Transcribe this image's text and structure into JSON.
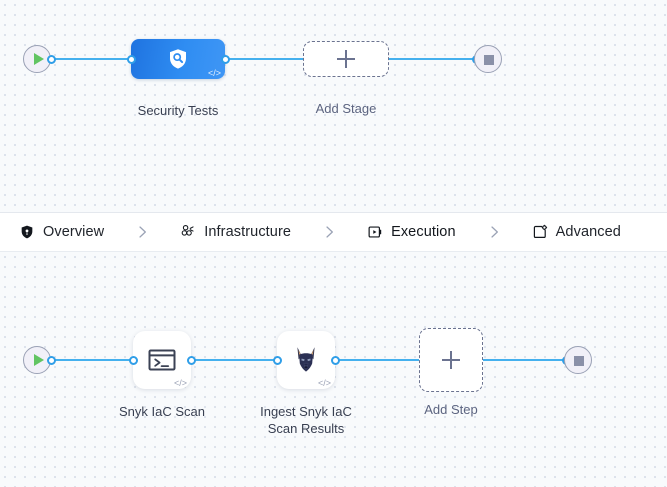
{
  "top_pipeline": {
    "start_node": {
      "name": "pipeline-start",
      "icon": "play-icon"
    },
    "end_node": {
      "name": "pipeline-end",
      "icon": "stop-icon"
    },
    "stage": {
      "label": "Security Tests",
      "icon": "shield-search-icon",
      "badge": "</>",
      "color": "#2f8df2"
    },
    "add_stage": {
      "label": "Add Stage",
      "icon": "plus-icon"
    }
  },
  "tabs": {
    "separator_icon": "chevron-right-icon",
    "items": [
      {
        "label": "Overview",
        "icon": "shield-icon",
        "active": false
      },
      {
        "label": "Infrastructure",
        "icon": "cluster-nodes-icon",
        "active": false
      },
      {
        "label": "Execution",
        "icon": "play-box-icon",
        "active": true
      },
      {
        "label": "Advanced",
        "icon": "settings-box-icon",
        "active": false
      }
    ],
    "active_underline_color": "#1263c4"
  },
  "bottom_pipeline": {
    "start_node": {
      "name": "execution-start",
      "icon": "play-icon"
    },
    "end_node": {
      "name": "execution-end",
      "icon": "stop-icon"
    },
    "steps": [
      {
        "label": "Snyk IaC Scan",
        "icon": "terminal-icon",
        "badge": "</>"
      },
      {
        "label": "Ingest Snyk IaC\nScan Results",
        "icon": "snyk-doberman-icon",
        "badge": "</>"
      }
    ],
    "add_step": {
      "label": "Add Step",
      "icon": "plus-icon"
    }
  },
  "theme": {
    "canvas_bg": "#f8fafc",
    "grid_dot": "#d3dae6",
    "link_color": "#44b0ee",
    "port_color": "#2f9ee8",
    "accent": "#1263c4",
    "start_green": "#62c462",
    "stop_gray": "#8a90a8"
  }
}
